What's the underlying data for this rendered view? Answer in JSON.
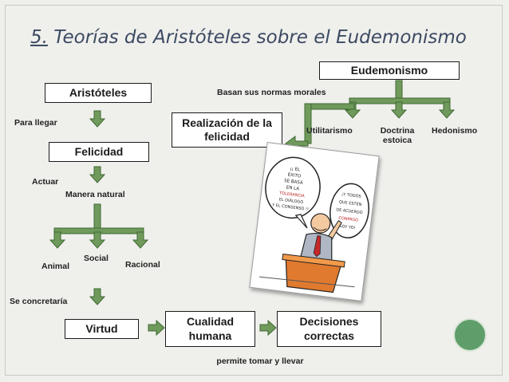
{
  "slide": {
    "title_number": "5.",
    "title_text": "Teorías de Aristóteles sobre el Eudemonismo"
  },
  "nodes": {
    "aristoteles": "Aristóteles",
    "felicidad": "Felicidad",
    "virtud": "Virtud",
    "cualidad": "Cualidad humana",
    "decisiones": "Decisiones correctas",
    "realizacion": "Realización de la felicidad",
    "eudemonismo": "Eudemonismo"
  },
  "labels": {
    "para_llegar": "Para llegar",
    "actuar": "Actuar",
    "manera_natural": "Manera natural",
    "animal": "Animal",
    "social": "Social",
    "racional": "Racional",
    "se_concretaria": "Se concretaría",
    "permite": "permite tomar y llevar",
    "basan": "Basan sus normas morales",
    "utilitarismo": "Utilitarismo",
    "doctrina_estoica": "Doctrina estoica",
    "hedonismo": "Hedonismo"
  },
  "cartoon": {
    "bubble_left": "¡¡ EL ÉXITO SE BASA EN LA TOLERANCIA, EL DIÁLOGO Y EL CONSENSO !!",
    "bubble_right": "¡Y TODOS QUE ESTÉN DE ACUERDO CONMIGO, SOY YO!"
  },
  "colors": {
    "arrow_fill": "#6f9a5c",
    "arrow_stroke": "#3f6a32",
    "title": "#3c4a62",
    "accent_circle": "#5f9e6a"
  }
}
